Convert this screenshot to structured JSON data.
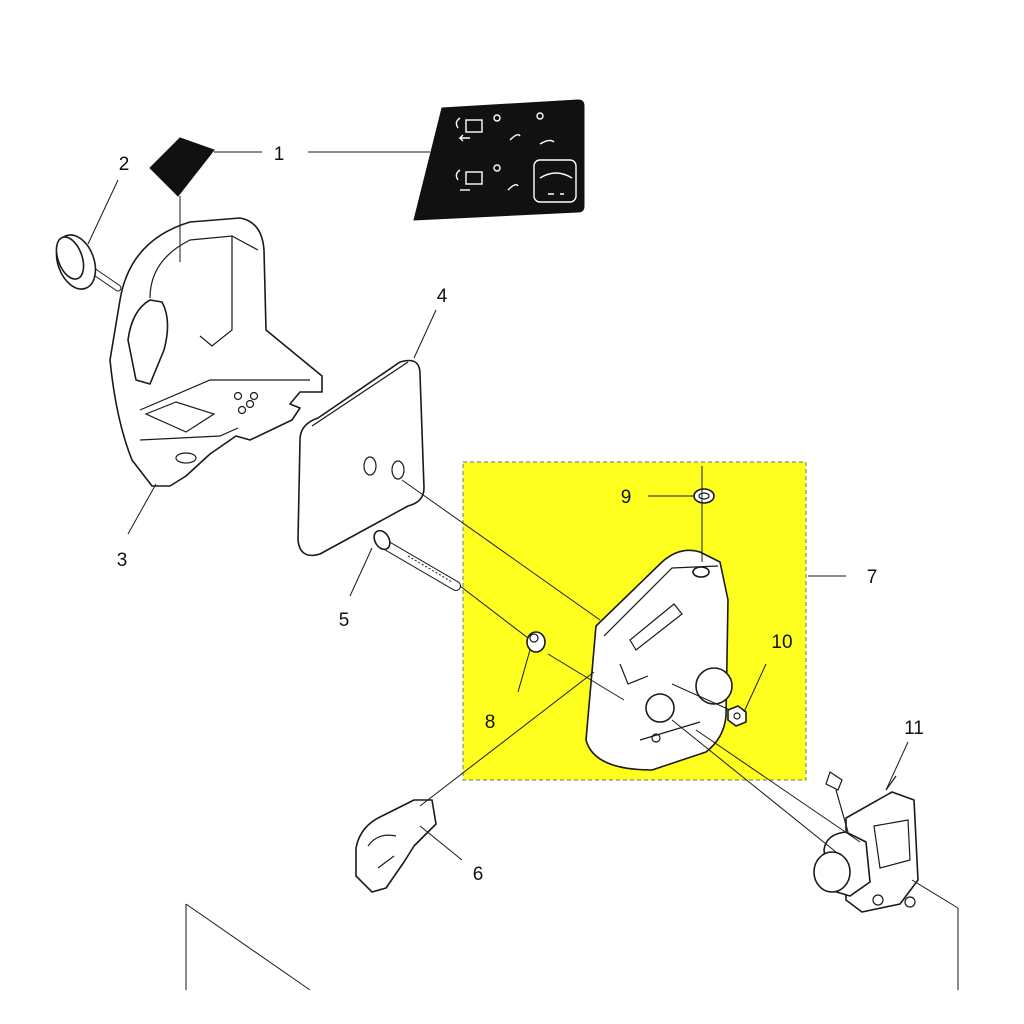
{
  "callouts": {
    "c1": "1",
    "c2": "2",
    "c3": "3",
    "c4": "4",
    "c5": "5",
    "c6": "6",
    "c7": "7",
    "c8": "8",
    "c9": "9",
    "c10": "10",
    "c11": "11"
  },
  "colors": {
    "highlight": "#ffff1f",
    "highlight_border": "#8a8a8a",
    "ink": "#1a1a1a",
    "decal": "#111111"
  },
  "icons": [
    "air-filter-cover-icon",
    "air-filter-icon",
    "choke-icon",
    "throttle-lock-icon",
    "carburetor-icon"
  ]
}
